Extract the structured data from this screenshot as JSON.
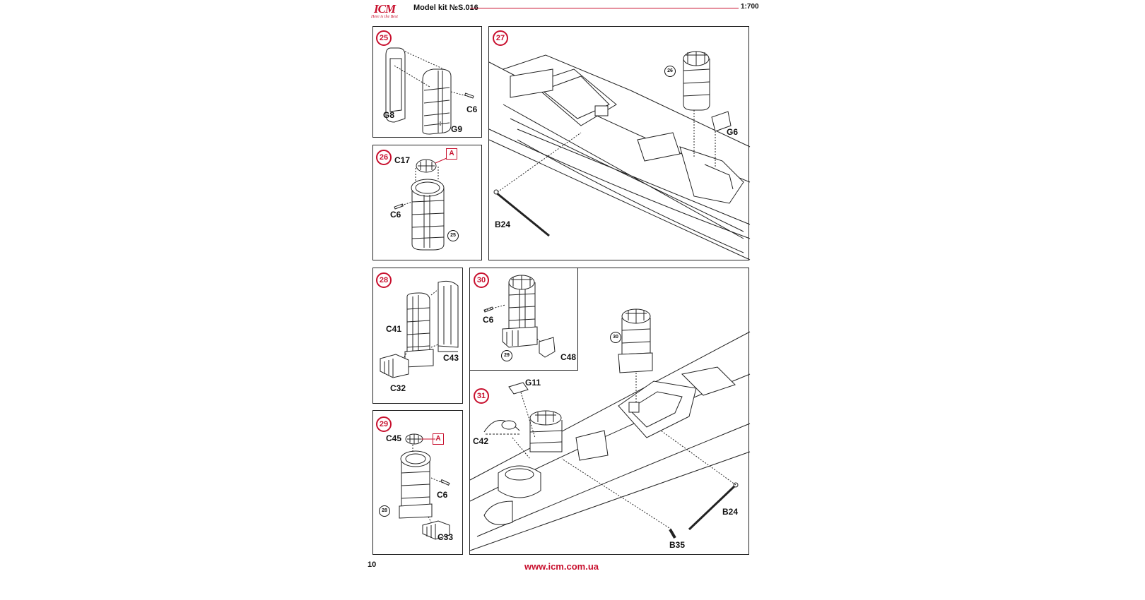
{
  "header": {
    "logo_text": "ICM",
    "logo_tagline": "Here is the Best",
    "kit_title": "Model kit №S.016",
    "scale": "1:700"
  },
  "steps": {
    "s25": {
      "number": "25",
      "parts": [
        "G8",
        "C6",
        "G9"
      ]
    },
    "s26": {
      "number": "26",
      "parts": [
        "C17",
        "C6"
      ],
      "ref": "25",
      "marker": "A"
    },
    "s27": {
      "number": "27",
      "parts": [
        "G6",
        "B24"
      ],
      "ref": "26"
    },
    "s28": {
      "number": "28",
      "parts": [
        "C41",
        "C43",
        "C32"
      ]
    },
    "s29": {
      "number": "29",
      "parts": [
        "C45",
        "C6",
        "C33"
      ],
      "ref": "28",
      "marker": "A"
    },
    "s30": {
      "number": "30",
      "parts": [
        "C6",
        "C48"
      ],
      "ref": "29"
    },
    "s31": {
      "number": "31",
      "parts": [
        "G11",
        "C42",
        "B24",
        "B35"
      ],
      "ref": "30"
    }
  },
  "footer": {
    "page_number": "10",
    "website": "www.icm.com.ua"
  },
  "colors": {
    "accent": "#c8102e",
    "line": "#222222"
  }
}
